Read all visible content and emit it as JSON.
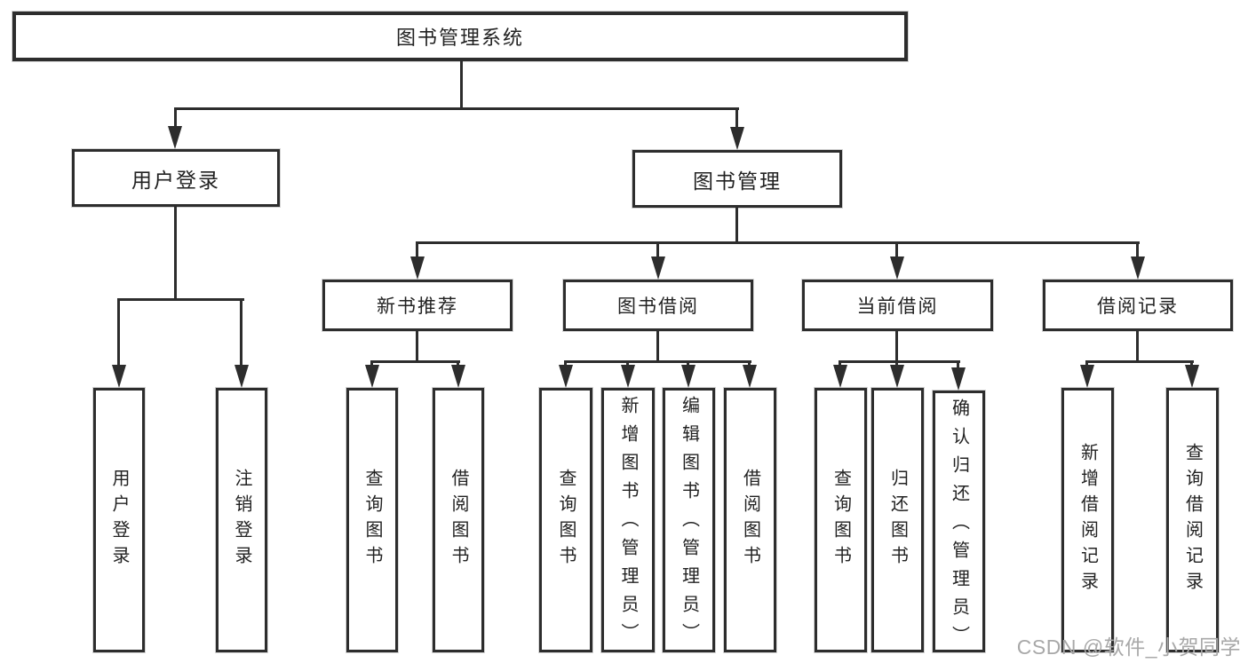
{
  "diagram": {
    "root": {
      "label": "图书管理系统"
    },
    "branches": [
      {
        "label": "用户登录",
        "children": [
          {
            "label": "用户登录"
          },
          {
            "label": "注销登录"
          }
        ]
      },
      {
        "label": "图书管理",
        "children": [
          {
            "label": "新书推荐",
            "children": [
              {
                "label": "查询图书"
              },
              {
                "label": "借阅图书"
              }
            ]
          },
          {
            "label": "图书借阅",
            "children": [
              {
                "label": "查询图书"
              },
              {
                "label": "新增图书（管理员）"
              },
              {
                "label": "编辑图书（管理员）"
              },
              {
                "label": "借阅图书"
              }
            ]
          },
          {
            "label": "当前借阅",
            "children": [
              {
                "label": "查询图书"
              },
              {
                "label": "归还图书"
              },
              {
                "label": "确认归还（管理员）"
              }
            ]
          },
          {
            "label": "借阅记录",
            "children": [
              {
                "label": "新增借阅记录"
              },
              {
                "label": "查询借阅记录"
              }
            ]
          }
        ]
      }
    ]
  },
  "watermark": {
    "text": "CSDN @软件_小贺同学"
  },
  "colors": {
    "line": "#2d2d2d",
    "box_border": "#2d2d2d",
    "text": "#222222",
    "background": "#ffffff",
    "watermark": "#a8a8a8"
  }
}
